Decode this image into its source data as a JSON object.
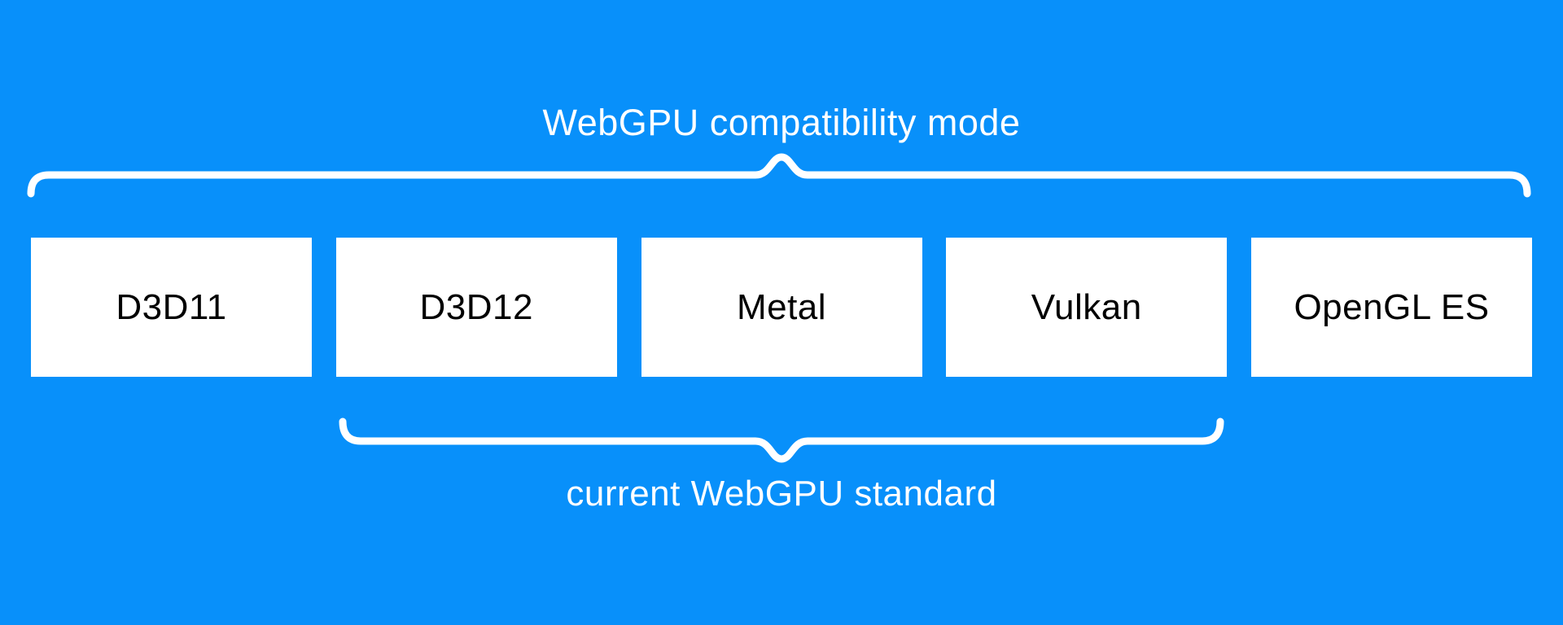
{
  "colors": {
    "background": "#0890fa",
    "box_fill": "#ffffff",
    "box_text": "#000000",
    "label_text": "#ffffff",
    "brace_stroke": "#ffffff"
  },
  "top_group": {
    "label": "WebGPU compatibility mode",
    "members": [
      "D3D11",
      "D3D12",
      "Metal",
      "Vulkan",
      "OpenGL ES"
    ]
  },
  "boxes": [
    {
      "label": "D3D11"
    },
    {
      "label": "D3D12"
    },
    {
      "label": "Metal"
    },
    {
      "label": "Vulkan"
    },
    {
      "label": "OpenGL ES"
    }
  ],
  "bottom_group": {
    "label": "current WebGPU standard",
    "members": [
      "D3D12",
      "Metal",
      "Vulkan"
    ]
  }
}
